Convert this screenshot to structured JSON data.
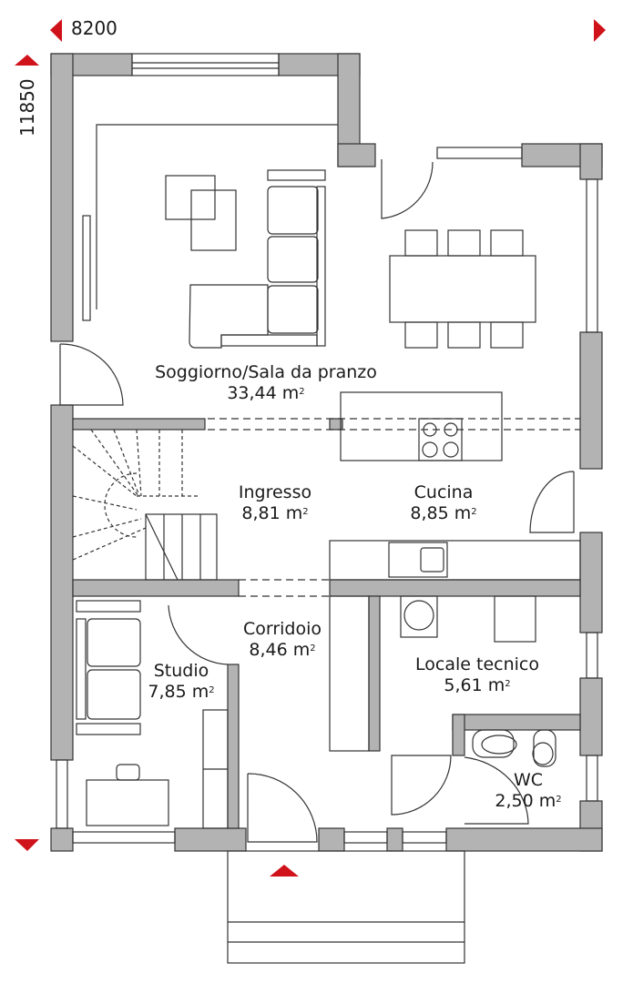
{
  "dimensions": {
    "width": "8200",
    "depth": "11850"
  },
  "colors": {
    "wall": "#b3b3b3",
    "line": "#333333",
    "arrow": "#d0121b"
  },
  "area_unit": "m",
  "area_exponent": "2",
  "rooms": [
    {
      "name": "Soggiorno/Sala da pranzo",
      "area": "33,44"
    },
    {
      "name": "Ingresso",
      "area": "8,81"
    },
    {
      "name": "Cucina",
      "area": "8,85"
    },
    {
      "name": "Corridoio",
      "area": "8,46"
    },
    {
      "name": "Studio",
      "area": "7,85"
    },
    {
      "name": "Locale tecnico",
      "area": "5,61"
    },
    {
      "name": "WC",
      "area": "2,50"
    }
  ]
}
